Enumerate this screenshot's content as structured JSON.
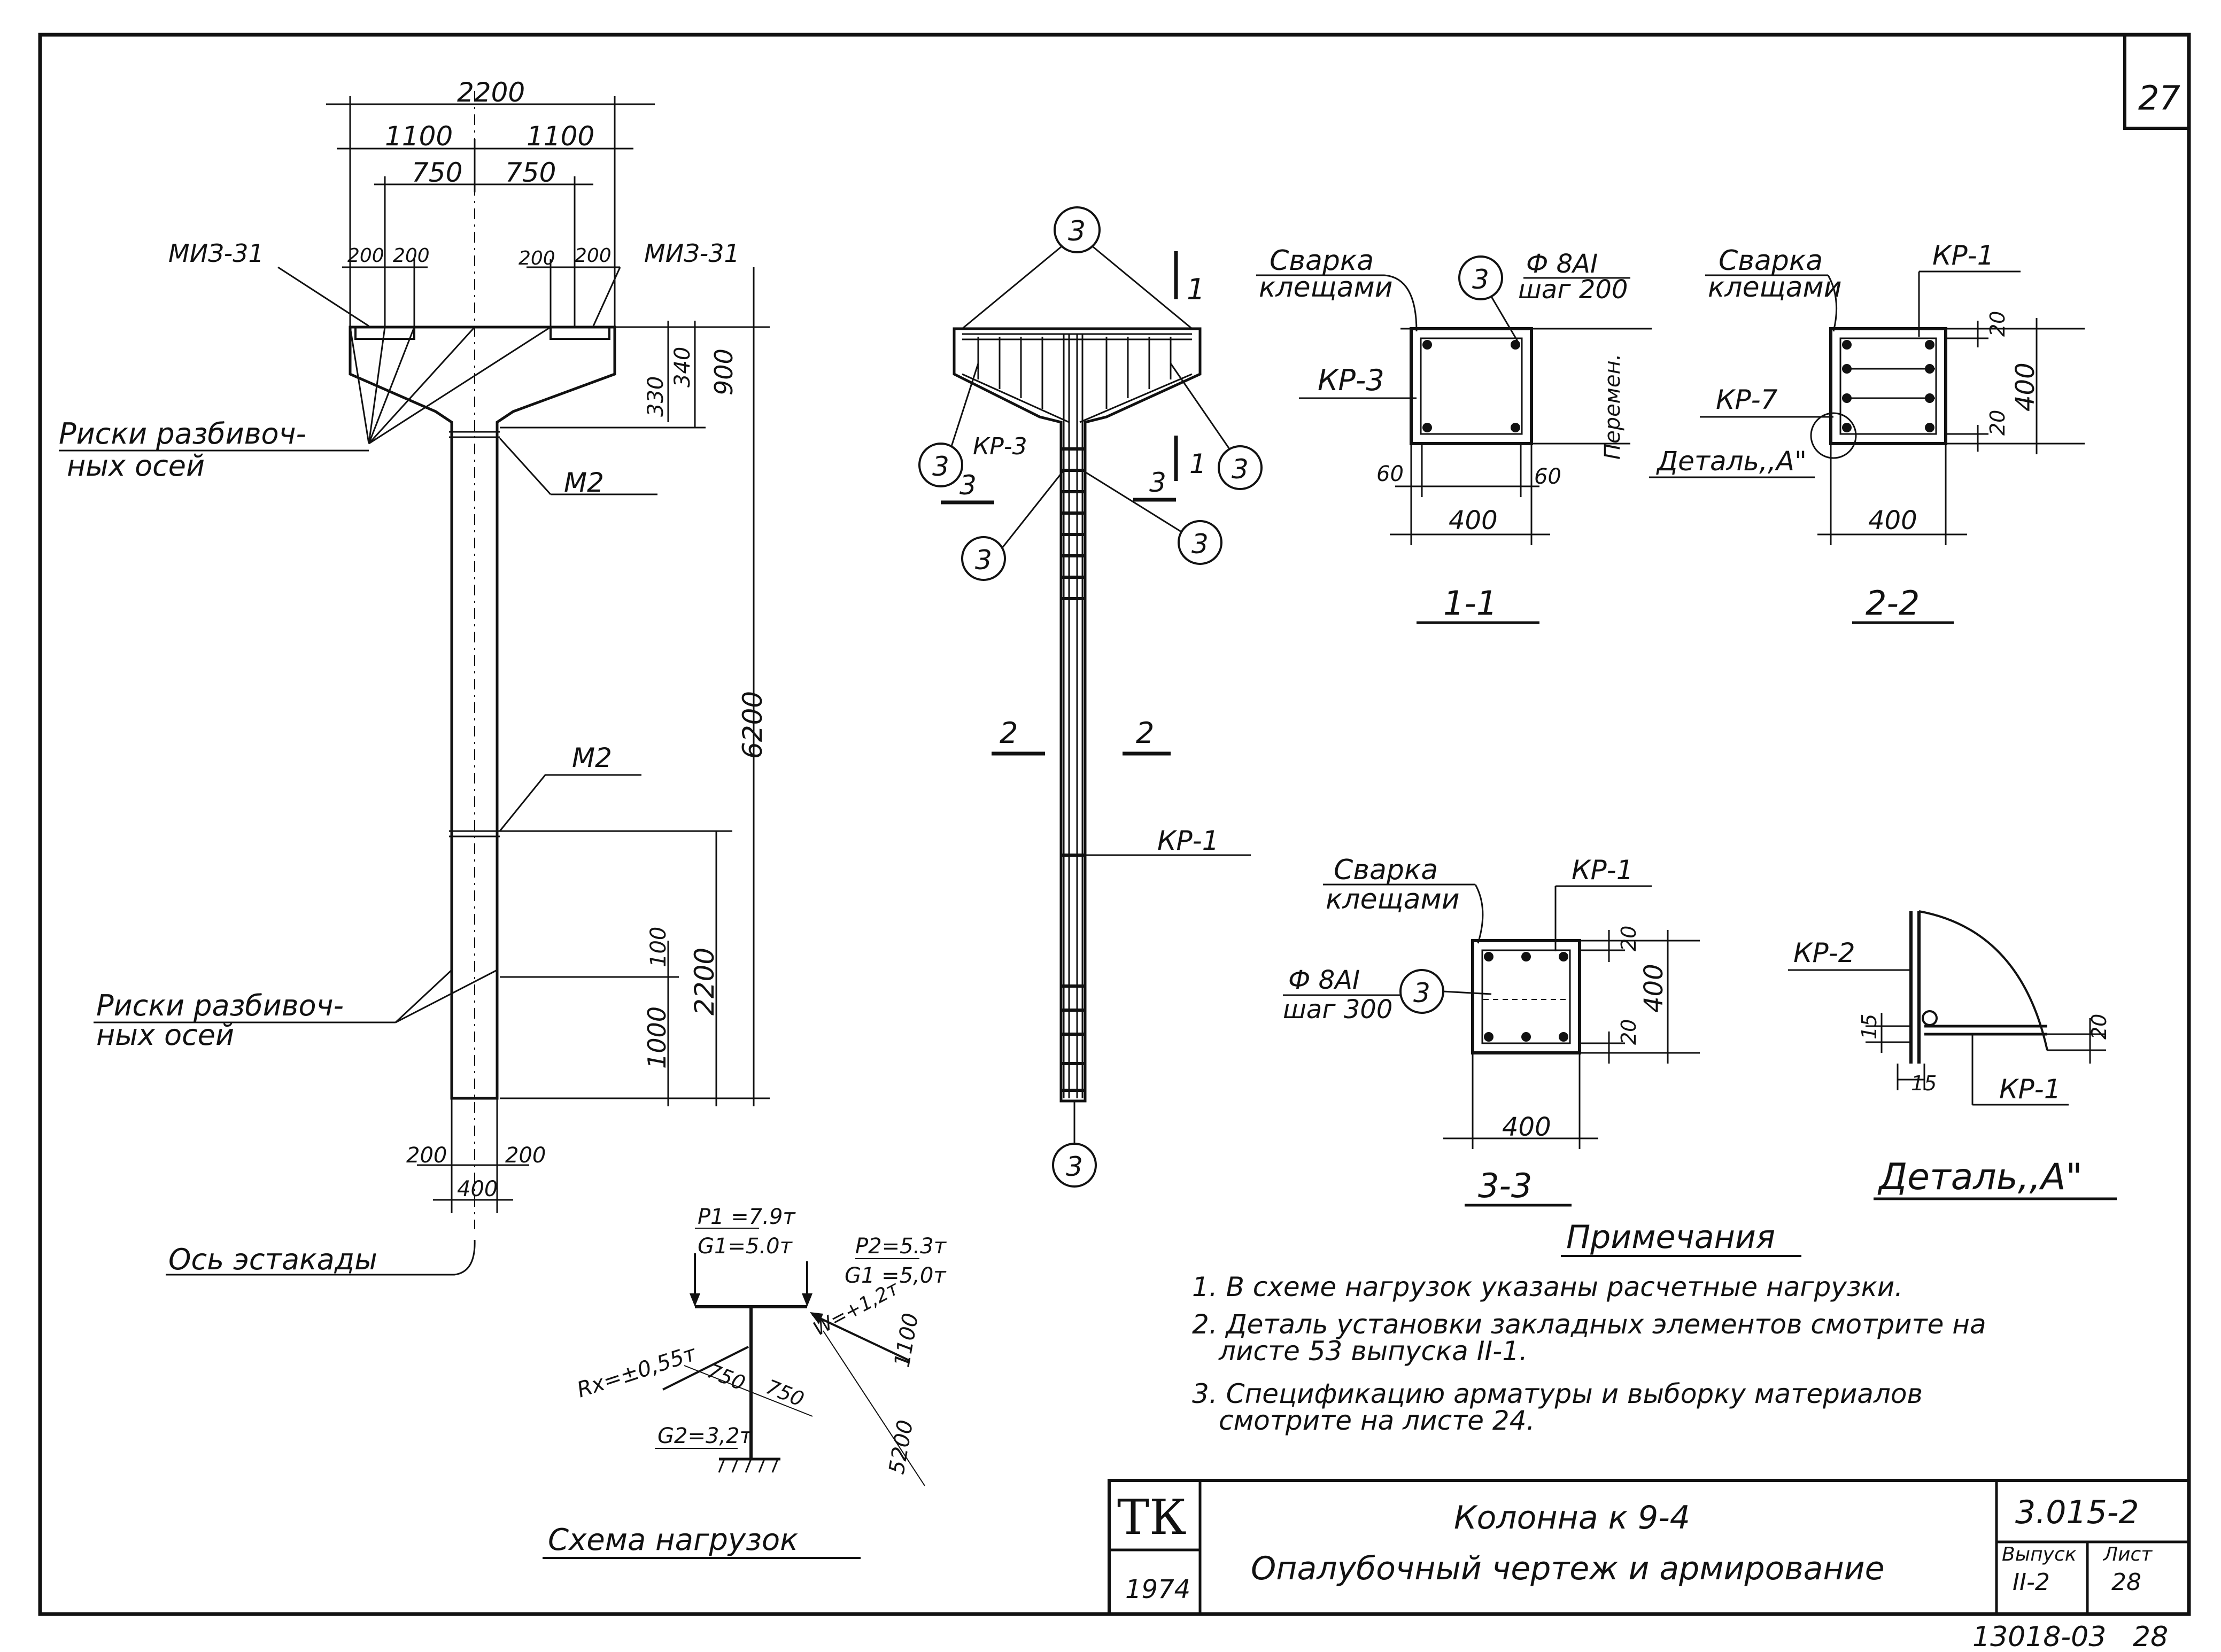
{
  "sheet": {
    "corner_number": "27",
    "bottom_code": "13018-03",
    "bottom_sheet": "28"
  },
  "elevation": {
    "dims": {
      "total": "2200",
      "half_left": "1100",
      "half_right": "1100",
      "inner_left": "750",
      "inner_right": "750",
      "plate_l1": "200",
      "plate_l2": "200",
      "plate_r1": "200",
      "plate_r2": "200",
      "v340": "340",
      "v330": "330",
      "v900": "900",
      "v6200": "6200",
      "v2200": "2200",
      "v100": "100",
      "v1000": "1000",
      "base_l": "200",
      "base_r": "200",
      "base_total": "400"
    },
    "labels": {
      "embed_left": "МИЗ-31",
      "embed_right": "МИЗ-31",
      "marks_top_1": "Риски разбивоч-",
      "marks_top_2": "ных осей",
      "m2_top": "М2",
      "m2_mid": "М2",
      "marks_low_1": "Риски разбивоч-",
      "marks_low_2": "ных осей",
      "axis": "Ось эстакады"
    }
  },
  "reinforcement": {
    "callouts": {
      "top": "3",
      "left_upper": "3",
      "right_upper": "3",
      "left_lower": "3",
      "right_lower": "3",
      "bottom": "3"
    },
    "labels": {
      "kr3": "КР-3",
      "kr1": "КР-1"
    },
    "sections": {
      "s1a": "1",
      "s1b": "1",
      "s3a": "3",
      "s3b": "3",
      "s2a": "2",
      "s2b": "2"
    }
  },
  "section_1_1": {
    "weld": "Сварка",
    "weld2": "клещами",
    "callout": "3",
    "bar": "Ф 8АI",
    "pitch": "шаг 200",
    "kr": "КР-3",
    "side": "Перемен.",
    "d60l": "60",
    "d60r": "60",
    "d400": "400",
    "title": "1-1"
  },
  "section_2_2": {
    "weld": "Сварка",
    "weld2": "клещами",
    "kr1": "КР-1",
    "kr": "КР-7",
    "detail": "Деталь,,А\"",
    "d20a": "20",
    "d20b": "20",
    "d400v": "400",
    "d400": "400",
    "title": "2-2"
  },
  "section_3_3": {
    "weld": "Сварка",
    "weld2": "клещами",
    "kr1": "КР-1",
    "bar": "Ф 8АI",
    "pitch": "шаг 300",
    "callout": "3",
    "d20a": "20",
    "d20b": "20",
    "d400v": "400",
    "d400": "400",
    "title": "3-3"
  },
  "detail_a": {
    "kr2": "КР-2",
    "kr1": "КР-1",
    "d15a": "15",
    "d15b": "15",
    "d20": "20",
    "title": "Деталь,,А\""
  },
  "load_scheme": {
    "p1": "P1 =7.9т",
    "g1a": "G1=5.0т",
    "p2": "P2=5.3т",
    "g1b": "G1 =5,0т",
    "w": "W=+1,2т",
    "rx": "Rx=±0,55т",
    "d750a": "750",
    "d750b": "750",
    "g2": "G2=3,2т",
    "d1100": "1100",
    "d5200": "5200",
    "title": "Схема нагрузок"
  },
  "notes": {
    "title": "Примечания",
    "n1": "1. В схеме нагрузок указаны расчетные нагрузки.",
    "n2a": "2. Деталь установки закладных элементов смотрите на",
    "n2b": "листе 53 выпуска II-1.",
    "n3a": "3. Спецификацию арматуры и выборку материалов",
    "n3b": "смотрите на листе 24."
  },
  "title_block": {
    "logo": "ТК",
    "year": "1974",
    "name": "Колонна к 9-4",
    "subtitle": "Опалубочный чертеж и армирование",
    "code": "3.015-2",
    "issue_label": "Выпуск",
    "issue": "II-2",
    "sheet_label": "Лист",
    "sheet": "28"
  }
}
